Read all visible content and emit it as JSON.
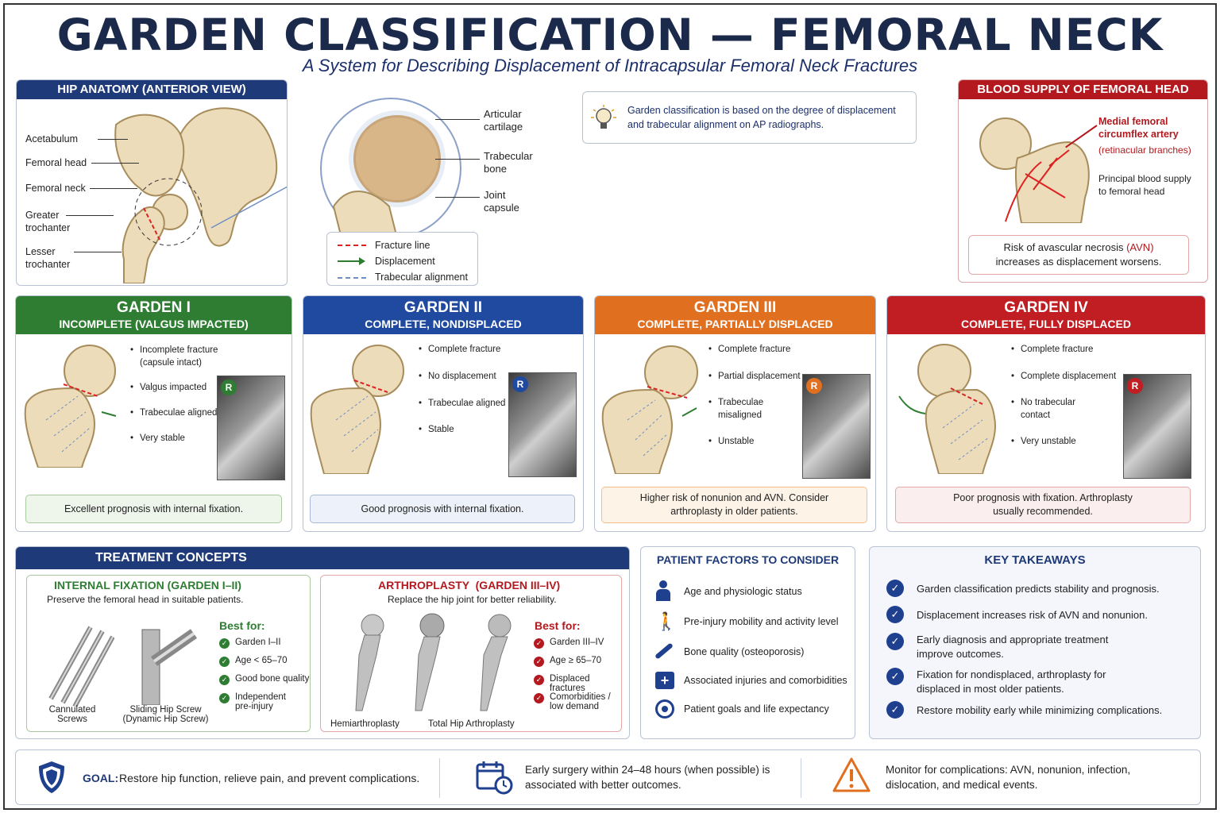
{
  "title": "GARDEN CLASSIFICATION — FEMORAL NECK",
  "subtitle": "A System for Describing Displacement of Intracapsular Femoral Neck Fractures",
  "anatomy": {
    "header": "HIP ANATOMY (ANTERIOR VIEW)",
    "labels": [
      "Acetabulum",
      "Femoral head",
      "Femoral neck",
      "Greater trochanter",
      "Lesser trochanter"
    ],
    "zoom_labels": [
      "Articular cartilage",
      "Trabecular bone",
      "Joint capsule"
    ],
    "legend": [
      "Fracture line",
      "Displacement",
      "Trabecular alignment"
    ]
  },
  "tip": {
    "icon": "lightbulb-icon",
    "text": "Garden classification is based on the degree of displacement and trabecular alignment on AP radiographs."
  },
  "blood": {
    "header": "BLOOD SUPPLY OF FEMORAL HEAD",
    "artery": "Medial femoral circumflex artery",
    "branches": "(retinacular branches)",
    "principal": "Principal blood supply to femoral head",
    "risk_pre": "Risk of avascular necrosis ",
    "risk_avn": "(AVN)",
    "risk_post": "increases as displacement worsens."
  },
  "garden": [
    {
      "title": "GARDEN I",
      "sub": "INCOMPLETE (VALGUS IMPACTED)",
      "color": "#2e7d32",
      "bullets": [
        "Incomplete fracture (capsule intact)",
        "Valgus impacted",
        "Trabeculae aligned",
        "Very stable"
      ],
      "badge": "R",
      "prognosis": "Excellent prognosis with internal fixation.",
      "prog_bg": "#eef5ea",
      "prog_border": "#a9c9a0"
    },
    {
      "title": "GARDEN II",
      "sub": "COMPLETE, NONDISPLACED",
      "color": "#1f4aa0",
      "bullets": [
        "Complete fracture",
        "No displacement",
        "Trabeculae aligned",
        "Stable"
      ],
      "badge": "R",
      "prognosis": "Good prognosis with internal fixation.",
      "prog_bg": "#edf1f9",
      "prog_border": "#a8b8dc"
    },
    {
      "title": "GARDEN III",
      "sub": "COMPLETE, PARTIALLY DISPLACED",
      "color": "#e07020",
      "bullets": [
        "Complete fracture",
        "Partial displacement",
        "Trabeculae misaligned",
        "Unstable"
      ],
      "badge": "R",
      "prognosis": "Higher risk of nonunion and AVN. Consider arthroplasty in older patients.",
      "prog_bg": "#fdf3e7",
      "prog_border": "#efc08c"
    },
    {
      "title": "GARDEN IV",
      "sub": "COMPLETE, FULLY DISPLACED",
      "color": "#c01e22",
      "bullets": [
        "Complete fracture",
        "Complete displacement",
        "No trabecular contact",
        "Very unstable"
      ],
      "badge": "R",
      "prognosis": "Poor prognosis with fixation. Arthroplasty usually recommended.",
      "prog_bg": "#fbeeee",
      "prog_border": "#e6a7a7"
    }
  ],
  "treatment": {
    "header": "TREATMENT CONCEPTS",
    "fixation": {
      "title": "INTERNAL FIXATION (GARDEN I–II)",
      "desc": "Preserve the femoral head in suitable patients.",
      "best": "Best for:",
      "items": [
        "Garden I–II",
        "Age < 65–70",
        "Good bone quality",
        "Independent pre-injury"
      ],
      "devices": [
        "Cannulated Screws",
        "Sliding Hip Screw (Dynamic Hip Screw)"
      ]
    },
    "arthro": {
      "title": "ARTHROPLASTY  (GARDEN III–IV)",
      "desc": "Replace the hip joint for better reliability.",
      "best": "Best for:",
      "items": [
        "Garden III–IV",
        "Age ≥ 65–70",
        "Displaced fractures",
        "Comorbidities / low demand"
      ],
      "devices": [
        "Hemiarthroplasty",
        "Total Hip Arthroplasty"
      ]
    }
  },
  "patient": {
    "header": "PATIENT FACTORS TO CONSIDER",
    "items": [
      {
        "icon": "person-icon",
        "text": "Age and physiologic status"
      },
      {
        "icon": "walking-icon",
        "text": "Pre-injury mobility and activity level"
      },
      {
        "icon": "bone-icon",
        "text": "Bone quality (osteoporosis)"
      },
      {
        "icon": "medical-cross-icon",
        "text": "Associated injuries and comorbidities"
      },
      {
        "icon": "target-icon",
        "text": "Patient goals and life expectancy"
      }
    ]
  },
  "takeaways": {
    "header": "KEY TAKEAWAYS",
    "items": [
      "Garden classification predicts stability and prognosis.",
      "Displacement increases risk of AVN and nonunion.",
      "Early diagnosis and appropriate treatment improve outcomes.",
      "Fixation for nondisplaced, arthroplasty for displaced in most older patients.",
      "Restore mobility early while minimizing complications."
    ]
  },
  "footer": {
    "goal_label": "GOAL:",
    "goal_text": "Restore hip function, relieve pain, and prevent complications.",
    "surgery": "Early surgery within 24–48 hours (when possible) is associated with better outcomes.",
    "monitor": "Monitor for complications: AVN, nonunion, infection, dislocation, and medical events."
  }
}
